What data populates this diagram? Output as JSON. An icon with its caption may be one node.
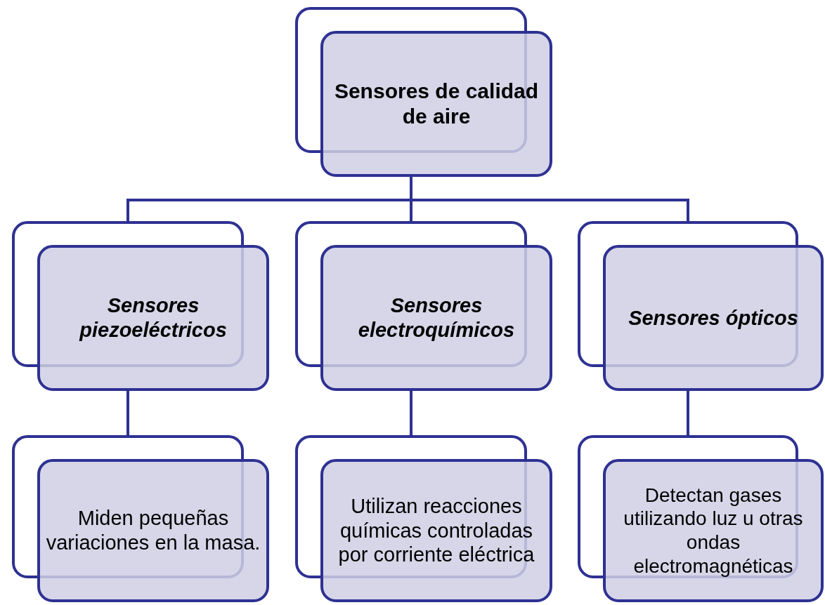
{
  "diagram": {
    "nodes": [
      {
        "text": [
          "Sensores de calidad de aire"
        ]
      },
      {
        "text": [
          "Sensores piezoeléctricos"
        ]
      },
      {
        "text": [
          "Sensores electroquímicos"
        ]
      },
      {
        "text": [
          "Sensores ópticos"
        ]
      },
      {
        "text": [
          "Miden pequeñas variaciones en la masa."
        ]
      },
      {
        "text": [
          "Utilizan reacciones químicas controladas por corriente eléctrica"
        ]
      },
      {
        "text": [
          "Detectan gases utilizando luz u otras ondas electromagnéticas"
        ]
      }
    ],
    "edges": [
      {
        "from": 0,
        "to": 1,
        "arrow": "none"
      },
      {
        "from": 0,
        "to": 2,
        "arrow": "none"
      },
      {
        "from": 0,
        "to": 3,
        "arrow": "none"
      },
      {
        "from": 1,
        "to": 4,
        "arrow": "none"
      },
      {
        "from": 2,
        "to": 5,
        "arrow": "none"
      },
      {
        "from": 3,
        "to": 6,
        "arrow": "none"
      }
    ]
  }
}
